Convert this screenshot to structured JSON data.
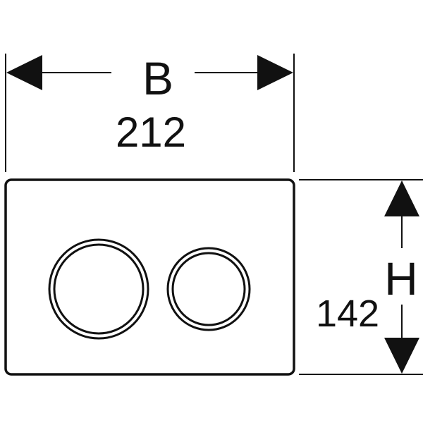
{
  "dimensions": {
    "width": {
      "symbol": "B",
      "value": "212"
    },
    "height": {
      "symbol": "H",
      "value": "142"
    }
  },
  "plate": {
    "buttons": [
      {
        "name": "large-flush-button"
      },
      {
        "name": "small-flush-button"
      }
    ]
  },
  "colors": {
    "line": "#111111",
    "background": "#ffffff"
  }
}
